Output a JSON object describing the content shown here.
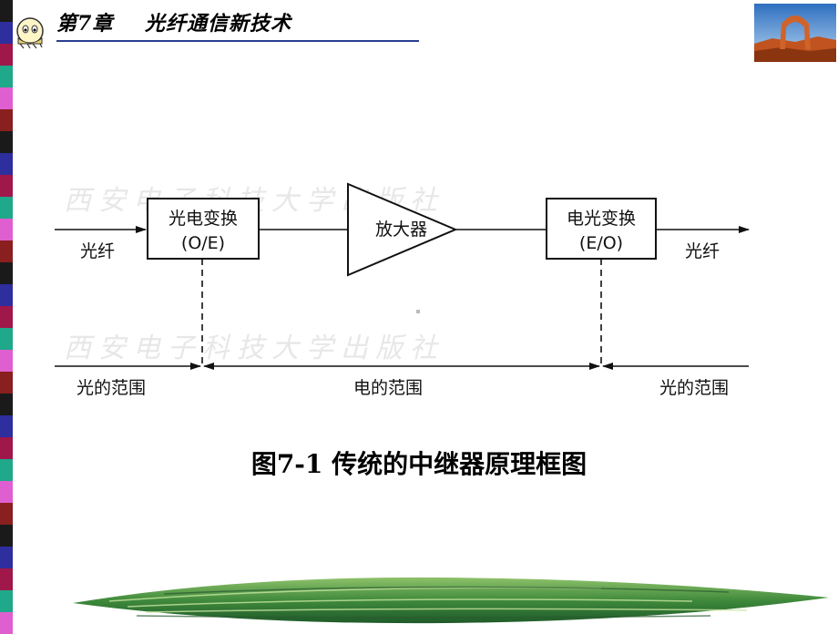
{
  "header": {
    "chapter": "第7章",
    "title": "光纤通信新技术"
  },
  "diagram": {
    "box_oe_line1": "光电变换",
    "box_oe_line2": "(O/E)",
    "amplifier": "放大器",
    "box_eo_line1": "电光变换",
    "box_eo_line2": "(E/O)",
    "fiber_in": "光纤",
    "fiber_out": "光纤",
    "range_optical_left": "光的范围",
    "range_electrical": "电的范围",
    "range_optical_right": "光的范围",
    "watermark": "西安电子科技大学出版社"
  },
  "caption": "图7-1 传统的中继器原理框图",
  "colors": {
    "header_line": "#2b3f8f",
    "stripe": [
      "#1a1a1a",
      "#2e2e9e",
      "#a0174a",
      "#1fa88a",
      "#e05fd0",
      "#8a1f1f"
    ]
  }
}
